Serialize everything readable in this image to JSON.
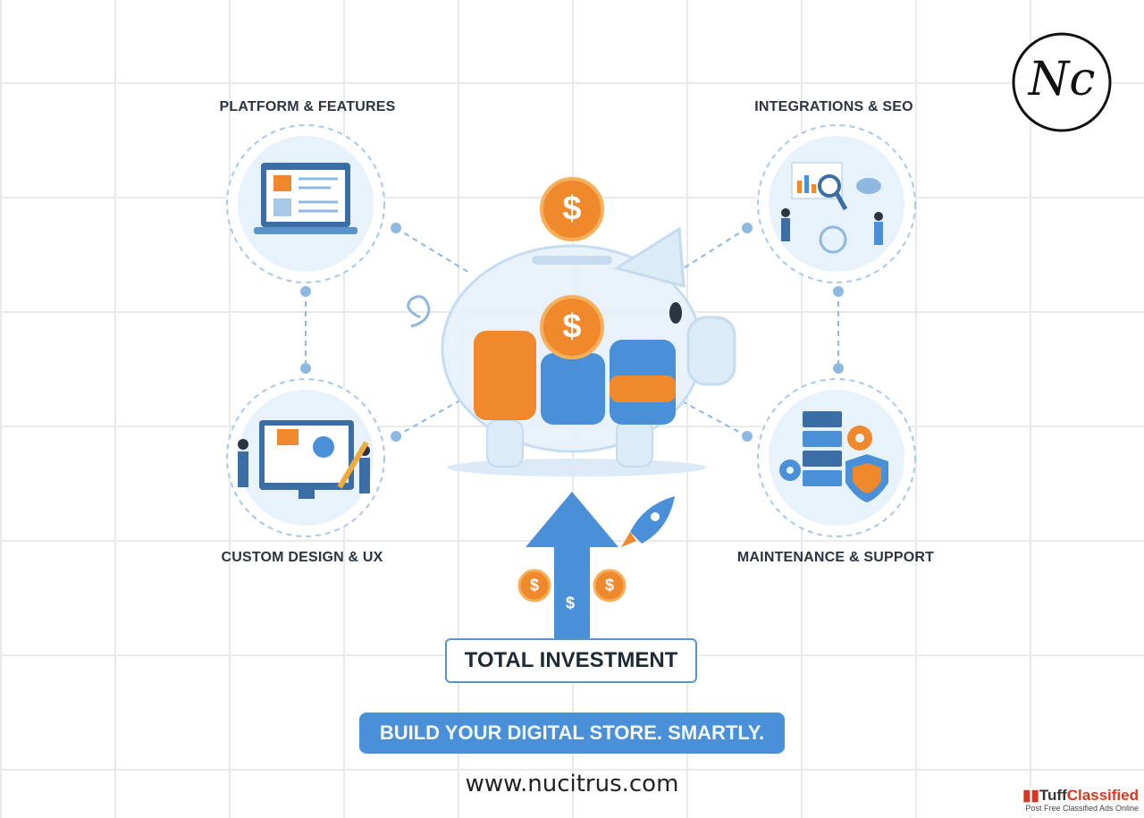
{
  "sections": {
    "platform": "PLATFORM & FEATURES",
    "integrations": "INTEGRATIONS & SEO",
    "design": "CUSTOM DESIGN & UX",
    "maintenance": "MAINTENANCE & SUPPORT"
  },
  "total_label": "TOTAL INVESTMENT",
  "tagline": "BUILD YOUR DIGITAL STORE. SMARTLY.",
  "website": "www.nucitrus.com",
  "logo_text": "Nc",
  "coin_symbol": "$",
  "watermark": {
    "brand_a": "Tuff",
    "brand_b": "Classified",
    "tagline": "Post Free Classified Ads Online"
  },
  "colors": {
    "accent_blue": "#4a90d9",
    "coin_orange": "#f0892b",
    "text_dark": "#2b3440"
  }
}
